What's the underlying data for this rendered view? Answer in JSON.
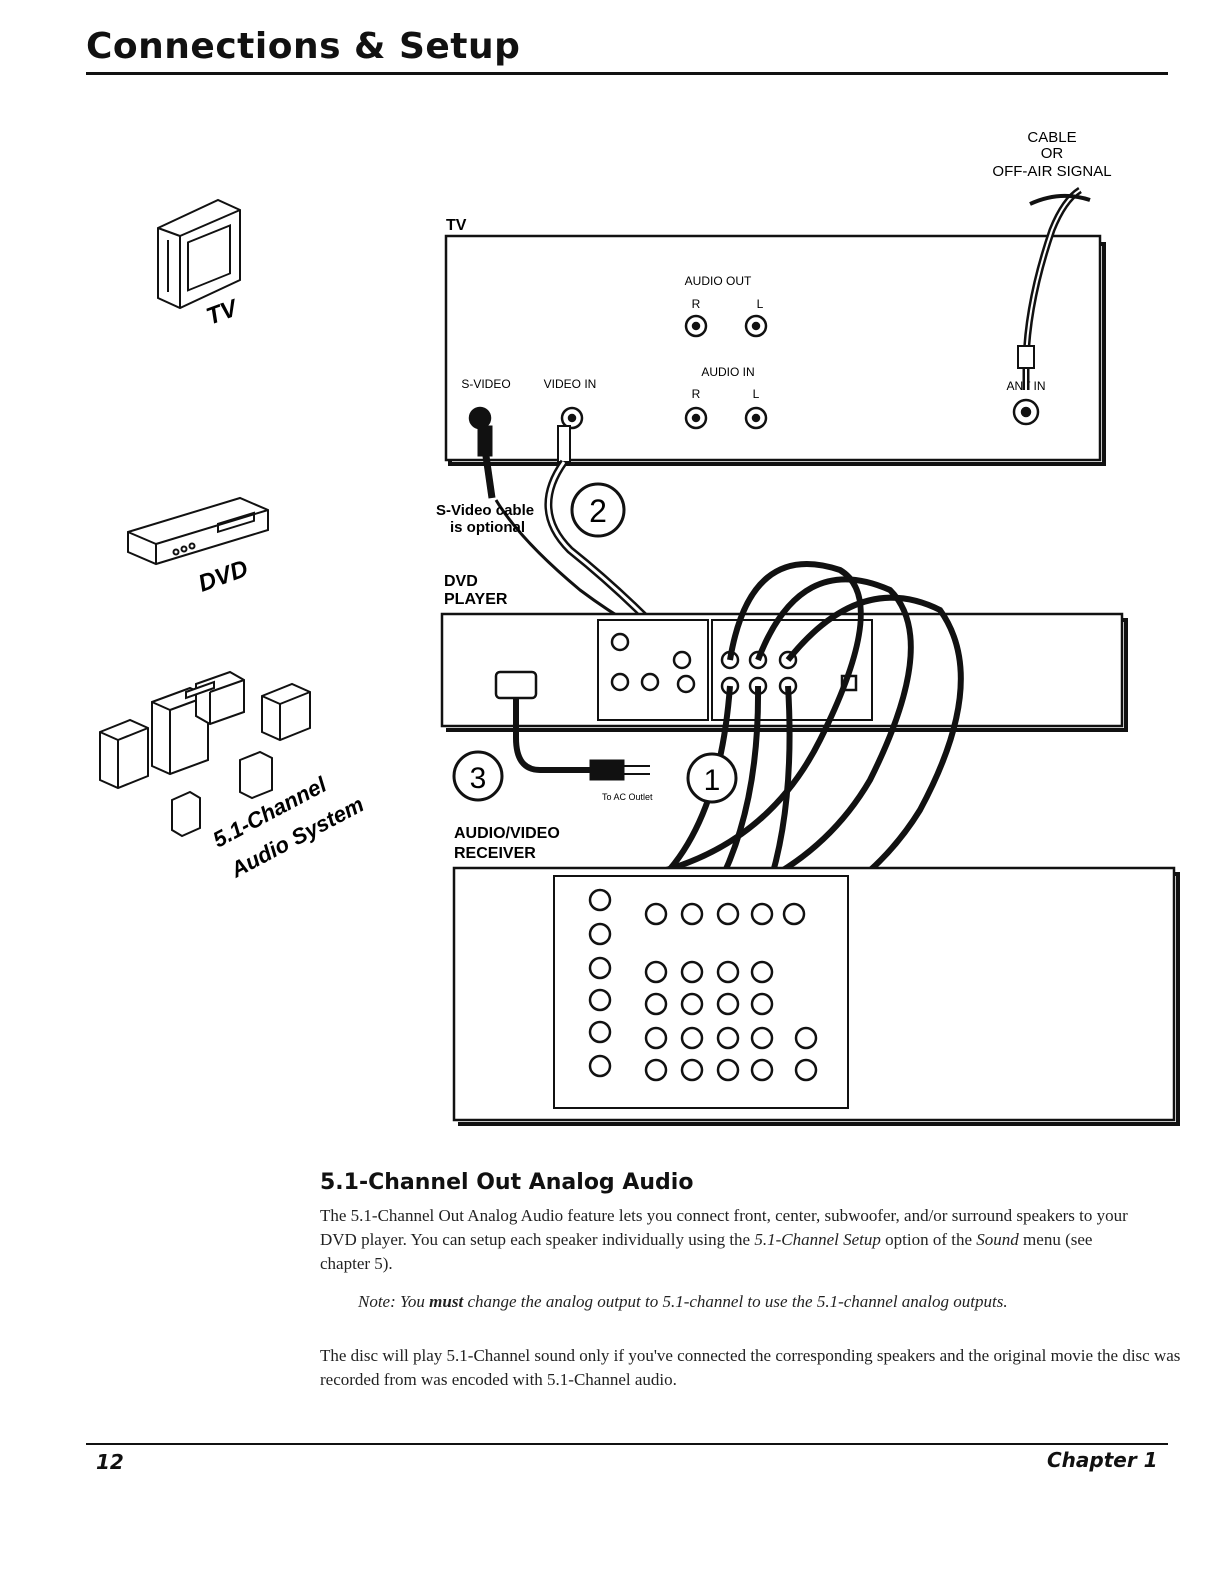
{
  "header": {
    "title": "Connections & Setup"
  },
  "diagram": {
    "signal_label": [
      "CABLE",
      "OR",
      "OFF-AIR SIGNAL"
    ],
    "tv_label": "TV",
    "tv_panel": {
      "audio_out": "AUDIO OUT",
      "r": "R",
      "l": "L",
      "audio_in": "AUDIO IN",
      "svideo": "S-VIDEO",
      "video_in": "VIDEO IN",
      "ant_in": "ANT IN"
    },
    "svideo_note": [
      "S-Video cable",
      "is optional"
    ],
    "dvd_player_label": [
      "DVD",
      "PLAYER"
    ],
    "ac_outlet": "To AC Outlet",
    "receiver_label": [
      "AUDIO/VIDEO",
      "RECEIVER"
    ],
    "step_numbers": [
      "1",
      "2",
      "3"
    ],
    "icons": {
      "tv_caption": "TV",
      "dvd_caption": "DVD",
      "audio_caption": [
        "5.1-Channel",
        "Audio System"
      ]
    }
  },
  "section": {
    "heading": "5.1-Channel Out Analog Audio",
    "para1_a": "The 5.1-Channel Out Analog Audio feature lets you connect front, center, subwoofer, and/or surround speakers to your DVD player. You can setup each speaker individually using the ",
    "para1_em1": "5.1-Channel Setup",
    "para1_b": " option of the ",
    "para1_em2": "Sound",
    "para1_c": " menu (see chapter 5).",
    "note_a": "Note: You ",
    "note_bold": "must",
    "note_b": " change the analog output to 5.1-channel to use the 5.1-channel analog outputs.",
    "para2": "The disc will play 5.1-Channel sound only if you've connected the corresponding speakers and the original movie the disc was recorded from was encoded with 5.1-Channel audio."
  },
  "footer": {
    "page_number": "12",
    "chapter": "Chapter 1"
  }
}
